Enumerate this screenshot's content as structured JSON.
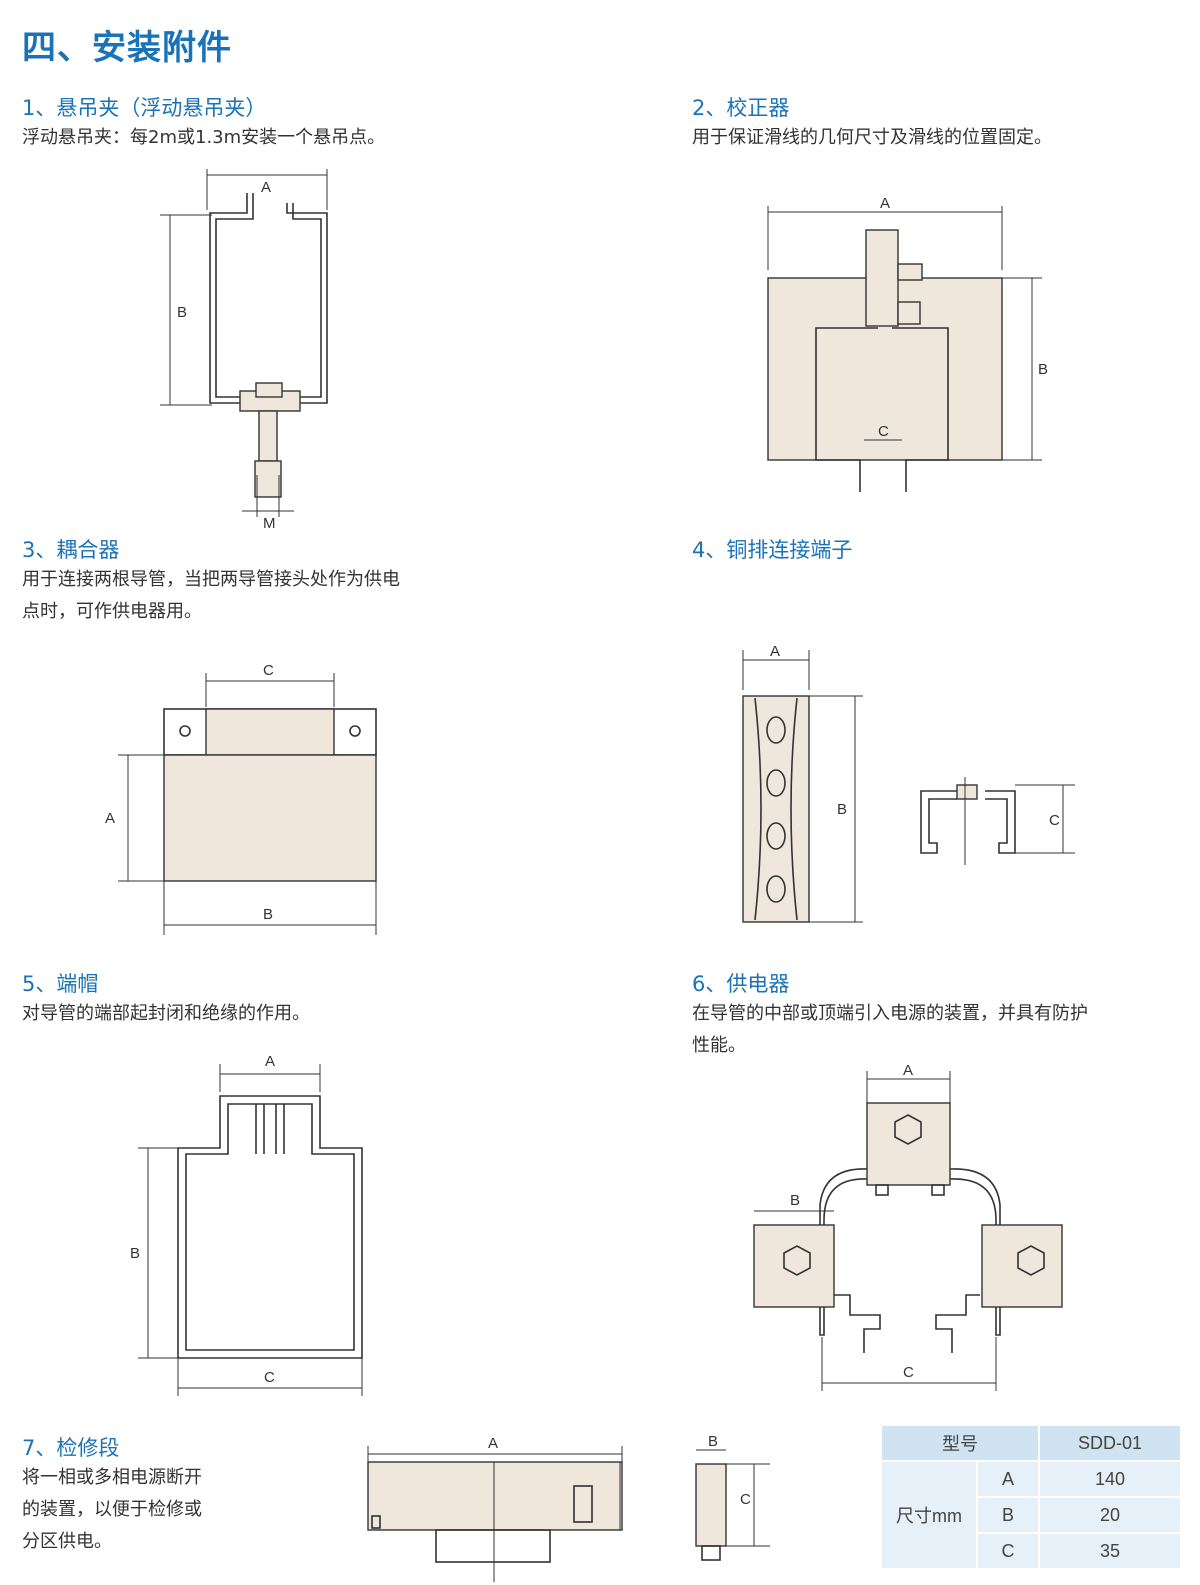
{
  "page_title": "四、安装附件",
  "sections": [
    {
      "heading": "1、悬吊夹（浮动悬吊夹）",
      "desc": "浮动悬吊夹：每2m或1.3m安装一个悬吊点。"
    },
    {
      "heading": "2、校正器",
      "desc": "用于保证滑线的几何尺寸及滑线的位置固定。"
    },
    {
      "heading": "3、耦合器",
      "desc": "用于连接两根导管，当把两导管接头处作为供电\n点时，可作供电器用。"
    },
    {
      "heading": "4、铜排连接端子",
      "desc": ""
    },
    {
      "heading": "5、端帽",
      "desc": "对导管的端部起封闭和绝缘的作用。"
    },
    {
      "heading": "6、供电器",
      "desc": "在导管的中部或顶端引入电源的装置，并具有防护\n性能。"
    },
    {
      "heading": "7、检修段",
      "desc": "将一相或多相电源断开\n的装置，以便于检修或\n分区供电。"
    }
  ],
  "dim_labels": {
    "a": "A",
    "b": "B",
    "c": "C",
    "m": "M"
  },
  "spec_table": {
    "model_header": "型号",
    "model_value": "SDD-01",
    "dim_header": "尺寸mm",
    "rows": [
      {
        "dim": "A",
        "value": "140"
      },
      {
        "dim": "B",
        "value": "20"
      },
      {
        "dim": "C",
        "value": "35"
      }
    ]
  }
}
